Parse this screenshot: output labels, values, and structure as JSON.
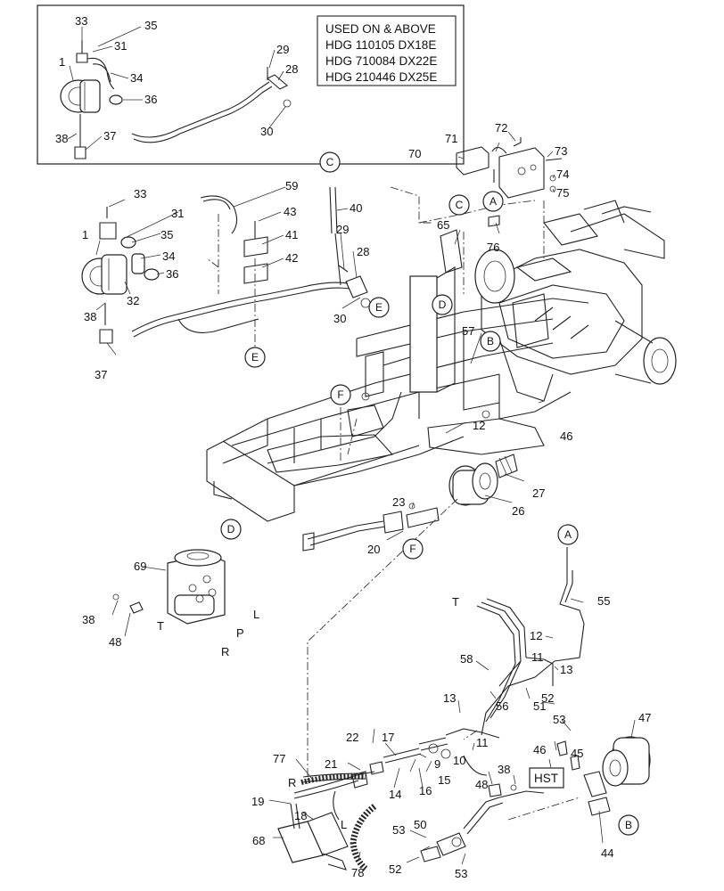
{
  "inset": {
    "note_lines": [
      "USED ON & ABOVE",
      "HDG 110105 DX18E",
      "HDG 710084 DX22E",
      "HDG 210446 DX25E"
    ]
  },
  "callouts": {
    "c_top": "C",
    "c_mid": "C",
    "a_top": "A",
    "a_right": "A",
    "b_mid": "B",
    "b_low": "B",
    "d_mid": "D",
    "d_left": "D",
    "e_a": "E",
    "e_b": "E",
    "f_mid": "F",
    "f_low": "F"
  },
  "port_labels": {
    "t_valve": "T",
    "l_valve": "L",
    "p_valve": "P",
    "r_valve": "R",
    "t_line": "T",
    "r_line": "R",
    "l_line": "L"
  },
  "hst_label": "HST",
  "part_numbers": {
    "i33": "33",
    "i35": "35",
    "i31": "31",
    "i1": "1",
    "i34": "34",
    "i36": "36",
    "i38": "38",
    "i37": "37",
    "i29": "29",
    "i28": "28",
    "i30": "30",
    "p33": "33",
    "p59": "59",
    "p31": "31",
    "p35": "35",
    "p1": "1",
    "p34": "34",
    "p36": "36",
    "p32": "32",
    "p38": "38",
    "p37": "37",
    "p43": "43",
    "p41": "41",
    "p42": "42",
    "p40": "40",
    "p29": "29",
    "p28": "28",
    "p30": "30",
    "p72": "72",
    "p71": "71",
    "p70": "70",
    "p73": "73",
    "p74": "74",
    "p75": "75",
    "p76": "76",
    "p65": "65",
    "p57": "57",
    "p46": "46",
    "p12": "12",
    "p27": "27",
    "p26": "26",
    "p23": "23",
    "p20": "20",
    "p69": "69",
    "p38b": "38",
    "p48": "48",
    "p55": "55",
    "p12b": "12",
    "p11": "11",
    "p13": "13",
    "p58": "58",
    "p51": "51",
    "p56": "56",
    "p13b": "13",
    "p52": "52",
    "p53": "53",
    "p47": "47",
    "p46b": "46",
    "p45": "45",
    "p22": "22",
    "p17": "17",
    "p11b": "11",
    "p77": "77",
    "p21": "21",
    "p10": "10",
    "p9": "9",
    "p15": "15",
    "p16": "16",
    "p14": "14",
    "p38c": "38",
    "p48b": "48",
    "p19": "19",
    "p18": "18",
    "p50": "50",
    "p53b": "53",
    "p53c": "53",
    "p52b": "52",
    "p68": "68",
    "p78": "78",
    "p44": "44"
  }
}
